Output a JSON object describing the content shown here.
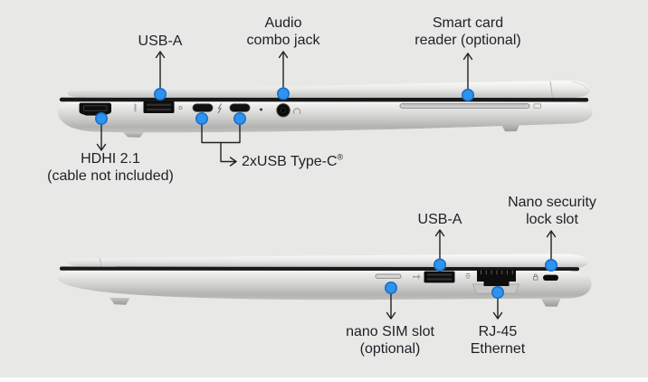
{
  "diagram": {
    "background_color": "#e8e8e6",
    "callout_dot_color": "#2f93ed",
    "callout_line_color": "#212121",
    "text_color": "#1d2126"
  },
  "top_view": {
    "callouts": {
      "usb_a": {
        "label": "USB-A"
      },
      "audio": {
        "line1": "Audio",
        "line2": "combo jack"
      },
      "smart_card": {
        "line1": "Smart card",
        "line2": "reader (optional)"
      },
      "hdmi": {
        "line1": "HDHI 2.1",
        "line2": "(cable not included)"
      },
      "usb_c": {
        "label": "2xUSB Type-C",
        "superscript": "®"
      }
    }
  },
  "bottom_view": {
    "callouts": {
      "usb_a": {
        "label": "USB-A"
      },
      "nano_lock": {
        "line1": "Nano security",
        "line2": "lock slot"
      },
      "nano_sim": {
        "line1": "nano SIM slot",
        "line2": "(optional)"
      },
      "ethernet": {
        "line1": "RJ-45",
        "line2": "Ethernet"
      }
    }
  }
}
